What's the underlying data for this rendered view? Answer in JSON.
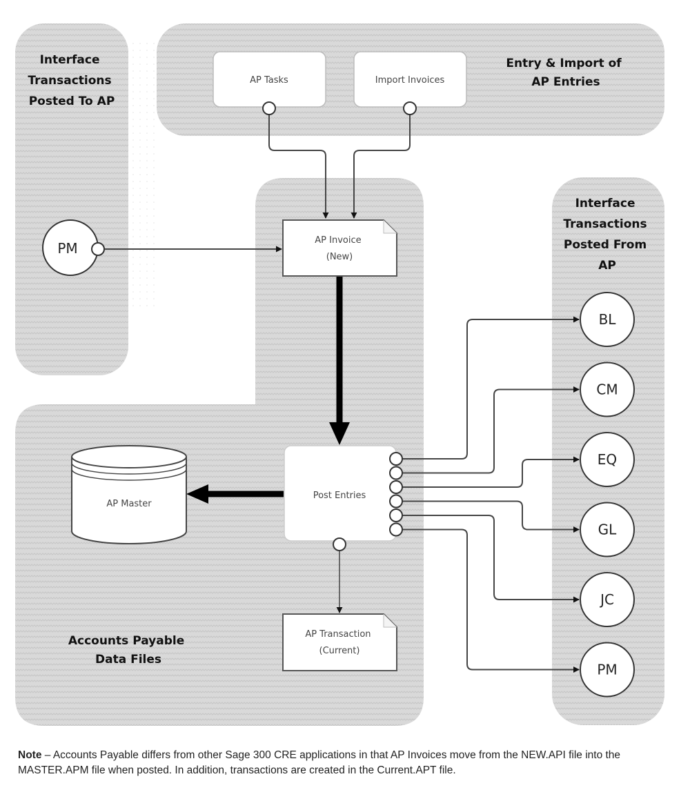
{
  "regions": {
    "interface_to_ap": {
      "title_lines": [
        "Interface",
        "Transactions",
        "Posted To AP"
      ]
    },
    "entry_import": {
      "title_lines": [
        "Entry & Import of",
        "AP Entries"
      ]
    },
    "interface_from_ap": {
      "title_lines": [
        "Interface",
        "Transactions",
        "Posted From",
        "AP"
      ]
    },
    "data_files": {
      "title_lines": [
        "Accounts Payable",
        "Data Files"
      ]
    }
  },
  "nodes": {
    "ap_tasks": "AP Tasks",
    "import_invoices": "Import Invoices",
    "ap_invoice": [
      "AP Invoice",
      "(New)"
    ],
    "post_entries": "Post Entries",
    "ap_master": "AP Master",
    "ap_transaction": [
      "AP Transaction",
      "(Current)"
    ],
    "pm_source": "PM"
  },
  "targets": [
    "BL",
    "CM",
    "EQ",
    "GL",
    "JC",
    "PM"
  ],
  "note": {
    "label": "Note",
    "text": " – Accounts Payable differs from other Sage 300 CRE applications in that AP Invoices move from the NEW.API file into the MASTER.APM file when posted.  In addition, transactions are created in the Current.APT file."
  },
  "colors": {
    "region_fill": "#d4d4d4",
    "line": "#444444",
    "thick_line": "#000000"
  }
}
